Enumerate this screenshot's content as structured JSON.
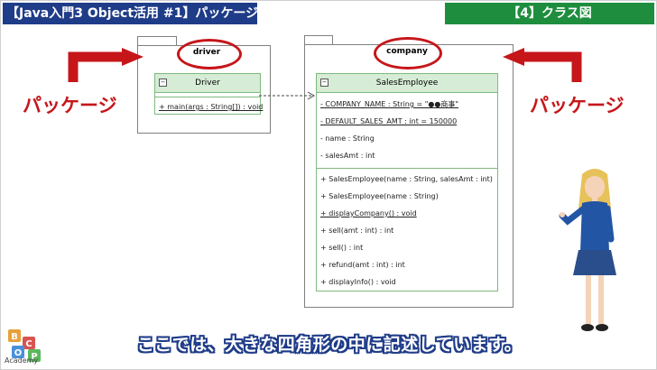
{
  "header": {
    "left_title": "【Java入門3 Object活用 #1】パッケージ",
    "right_title": "【4】クラス図"
  },
  "packages": [
    {
      "name": "driver"
    },
    {
      "name": "company"
    }
  ],
  "side_labels": {
    "left": "パッケージ",
    "right": "パッケージ"
  },
  "driver_class": {
    "name": "Driver",
    "operations": [
      "+ main(args : String[]) : void"
    ]
  },
  "sales_class": {
    "name": "SalesEmployee",
    "attributes": [
      "- COMPANY_NAME : String = \"●●商事\"",
      "- DEFAULT_SALES_AMT : int = 150000",
      "- name : String",
      "- salesAmt : int"
    ],
    "operations": [
      "+ SalesEmployee(name : String, salesAmt : int)",
      "+ SalesEmployee(name : String)",
      "+ displayCompany() : void",
      "+ sell(amt : int) : int",
      "+ sell() : int",
      "+ refund(amt : int) : int",
      "+ displayInfo() : void"
    ]
  },
  "subtitle": "ここでは、大きな四角形の中に記述しています。",
  "logo": {
    "letters": [
      "B",
      "C",
      "O",
      "P"
    ],
    "word": "Academy"
  },
  "colors": {
    "header_blue": "#1f3c88",
    "header_green": "#1e8e3e",
    "accent_red": "#c6161a",
    "class_header_fill": "#d6ecd6",
    "class_border": "#7fb97f"
  }
}
